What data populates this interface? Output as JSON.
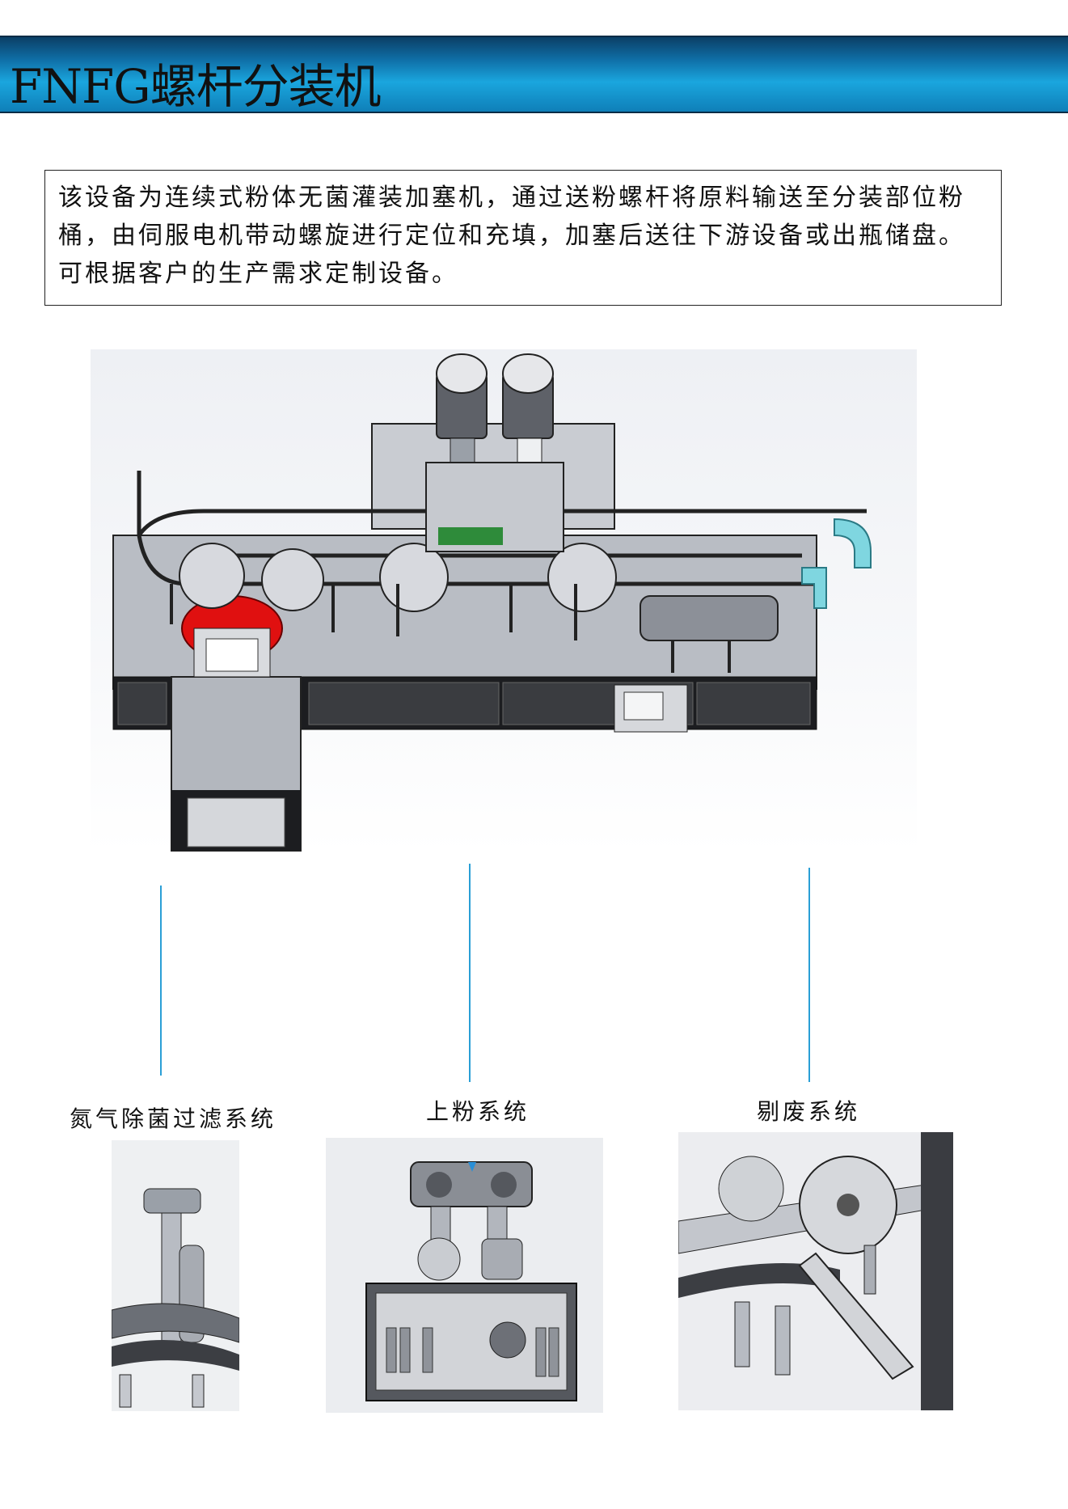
{
  "header": {
    "title": "FNFG螺杆分装机"
  },
  "description": "该设备为连续式粉体无菌灌装加塞机，通过送粉螺杆将原料输送至分装部位粉桶，由伺服电机带动螺旋进行定位和充填，加塞后送往下游设备或出瓶储盘。可根据客户的生产需求定制设备。",
  "subsystems": [
    {
      "label": "氮气除菌过滤系统"
    },
    {
      "label": "上粉系统"
    },
    {
      "label": "剔废系统"
    }
  ],
  "colors": {
    "banner": "#1aa6de",
    "connector": "#2a9fd6",
    "red_part": "#e01010",
    "teal_part": "#7fd6e0"
  },
  "icons": [
    "machine-overview-drawing",
    "nitrogen-filter-drawing",
    "powder-feed-drawing",
    "reject-system-drawing"
  ]
}
